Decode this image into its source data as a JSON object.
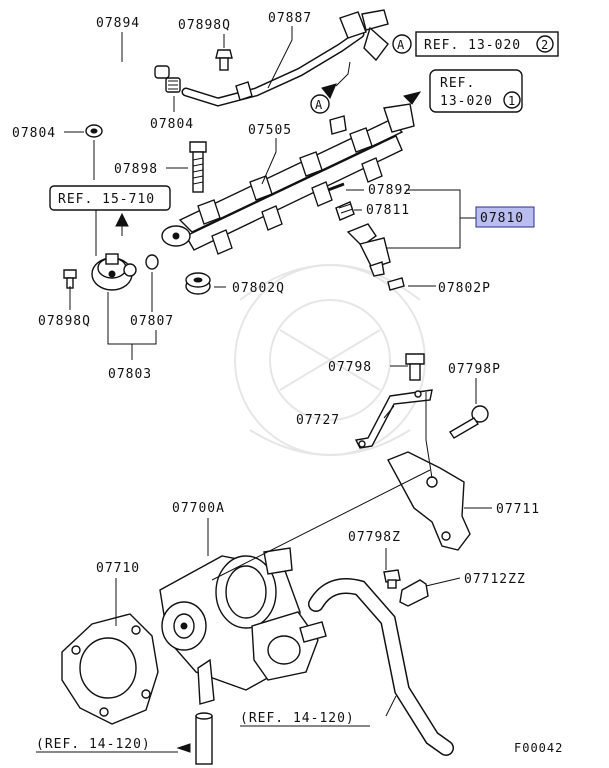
{
  "diagram_code": "F00042",
  "ref_labels": {
    "ref_13_020_2": "REF. 13-020",
    "ref_13_020_2_num": "2",
    "ref_13_020_2_marker": "A",
    "ref_13_020_1_line1": "REF.",
    "ref_13_020_1_line2": "13-020",
    "ref_13_020_1_num": "1",
    "ref_15_710": "REF. 15-710",
    "ref_14_120_right": "(REF. 14-120)",
    "ref_14_120_left": "(REF. 14-120)",
    "flow_marker": "A"
  },
  "parts": {
    "p07894": "07894",
    "p07898q_top": "07898Q",
    "p07887": "07887",
    "p07804_left": "07804",
    "p07804_mid": "07804",
    "p07505": "07505",
    "p07898": "07898",
    "p07892": "07892",
    "p07811": "07811",
    "p07810": "07810",
    "p07802q": "07802Q",
    "p07802p": "07802P",
    "p07898q_left": "07898Q",
    "p07807": "07807",
    "p07803": "07803",
    "p07798": "07798",
    "p07798p": "07798P",
    "p07727": "07727",
    "p07711": "07711",
    "p07700a": "07700A",
    "p07798z": "07798Z",
    "p07710": "07710",
    "p07712zz": "07712ZZ"
  },
  "colors": {
    "highlight_fill": "#b9bdf0",
    "highlight_border": "#2a2f8a",
    "line": "#111111"
  }
}
